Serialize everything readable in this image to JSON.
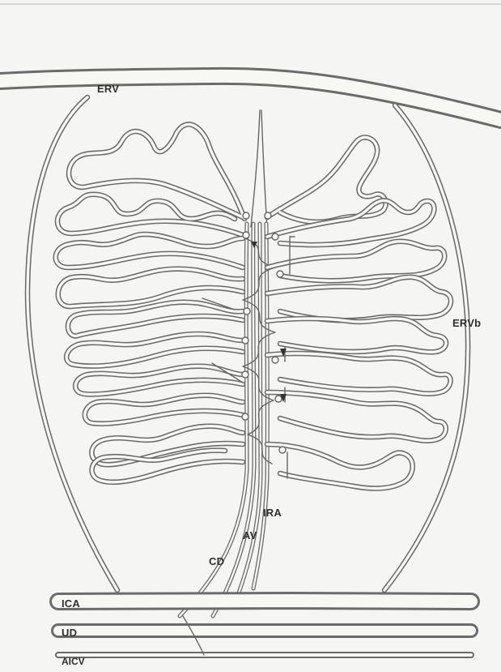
{
  "labels": {
    "erv": "ERV",
    "ervb": "ERVb",
    "ira": "IRA",
    "av": "AV",
    "cd": "CD",
    "ica": "ICA",
    "ud": "UD",
    "aicv": "AICV"
  },
  "colors": {
    "background": "#f5f5f3",
    "stroke": "#666666",
    "lumen": "#f7f7f4"
  }
}
